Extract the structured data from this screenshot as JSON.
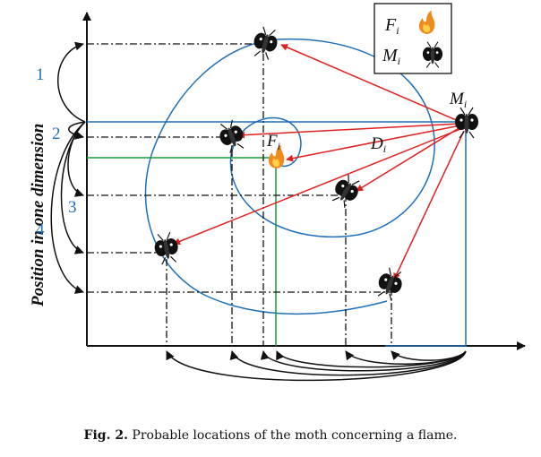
{
  "figure": {
    "y_axis_label": "Position in one dimension",
    "numbers": [
      "1",
      "2",
      "3",
      "4"
    ],
    "legend": {
      "flame": "F",
      "flame_sub": "i",
      "moth": "M",
      "moth_sub": "i"
    },
    "moth_label": "M",
    "moth_sub": "i",
    "flame_label": "F",
    "flame_sub": "i",
    "distance_label": "D",
    "distance_sub": "i",
    "colors": {
      "spiral": "#1f6fb8",
      "arrow": "#e02020",
      "green": "#1a9a3a",
      "axis": "#111111",
      "number": "#1f6fb8"
    }
  },
  "caption": {
    "label": "Fig. 2.",
    "text": "Probable locations of the moth concerning a flame."
  }
}
